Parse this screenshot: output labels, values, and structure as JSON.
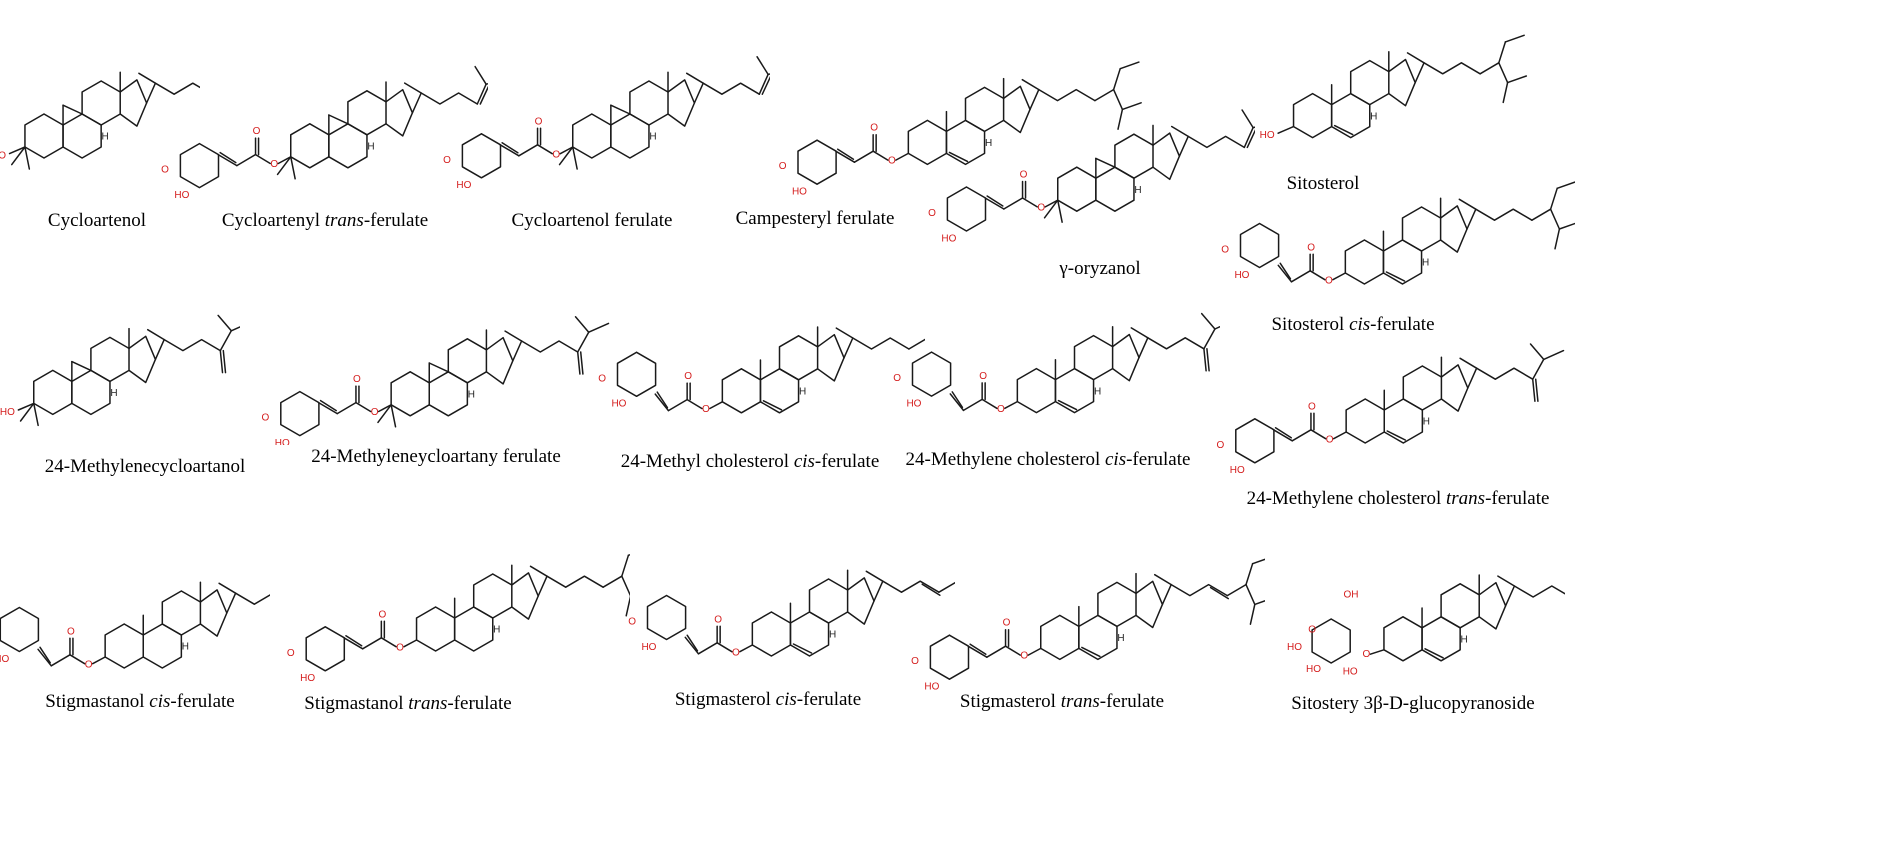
{
  "colors": {
    "heteroatom": "#d41c1c",
    "bond": "#1a1a1a",
    "background": "#ffffff"
  },
  "compounds": [
    {
      "id": "c01",
      "pre": "Cycloartenol",
      "it": "",
      "post": "",
      "kind": "cyclo",
      "ester": "none",
      "side": "dimethylallyl"
    },
    {
      "id": "c02",
      "pre": "Cycloartenyl ",
      "it": "trans",
      "post": "-ferulate",
      "kind": "cyclo",
      "ester": "trans",
      "side": "dimethylallyl"
    },
    {
      "id": "c03",
      "pre": "Cycloartenol ferulate",
      "it": "",
      "post": "",
      "kind": "cyclo",
      "ester": "trans",
      "side": "dimethylallyl"
    },
    {
      "id": "c04",
      "pre": "Campesteryl ferulate",
      "it": "",
      "post": "",
      "kind": "sterol",
      "ester": "trans",
      "side": "methyl-isopropyl"
    },
    {
      "id": "c05",
      "pre": "γ-oryzanol",
      "it": "",
      "post": "",
      "kind": "cyclo",
      "ester": "trans",
      "side": "dimethylallyl"
    },
    {
      "id": "c06",
      "pre": "Sitosterol",
      "it": "",
      "post": "",
      "kind": "sterol",
      "ester": "none",
      "side": "ethyl-isopropyl"
    },
    {
      "id": "c07",
      "pre": "Sitosterol ",
      "it": "cis",
      "post": "-ferulate",
      "kind": "sterol",
      "ester": "cis",
      "side": "ethyl-isopropyl"
    },
    {
      "id": "c08",
      "pre": "24-Methylenecycloartanol",
      "it": "",
      "post": "",
      "kind": "cyclo",
      "ester": "none",
      "side": "methylene"
    },
    {
      "id": "c09",
      "pre": "24-Methyleneycloartany ferulate",
      "it": "",
      "post": "",
      "kind": "cyclo",
      "ester": "trans",
      "side": "methylene"
    },
    {
      "id": "c10",
      "pre": "24-Methyl cholesterol ",
      "it": "cis",
      "post": "-ferulate",
      "kind": "sterol",
      "ester": "cis",
      "side": "methyl-isopropyl"
    },
    {
      "id": "c11",
      "pre": "24-Methylene cholesterol ",
      "it": "cis",
      "post": "-ferulate",
      "kind": "sterol",
      "ester": "cis",
      "side": "methylene"
    },
    {
      "id": "c12",
      "pre": "24-Methylene cholesterol ",
      "it": "trans",
      "post": "-ferulate",
      "kind": "sterol",
      "ester": "trans",
      "side": "methylene"
    },
    {
      "id": "c13",
      "pre": "Stigmastanol ",
      "it": "cis",
      "post": "-ferulate",
      "kind": "stanol",
      "ester": "cis",
      "side": "ethyl-isopropyl"
    },
    {
      "id": "c14",
      "pre": "Stigmastanol ",
      "it": "trans",
      "post": "-ferulate",
      "kind": "stanol",
      "ester": "trans",
      "side": "ethyl-isopropyl"
    },
    {
      "id": "c15",
      "pre": "Stigmasterol ",
      "it": "cis",
      "post": "-ferulate",
      "kind": "sterol",
      "ester": "cis",
      "side": "ethyl-isopropyl-ene"
    },
    {
      "id": "c16",
      "pre": "Stigmasterol ",
      "it": "trans",
      "post": "-ferulate",
      "kind": "sterol",
      "ester": "trans",
      "side": "ethyl-isopropyl-ene"
    },
    {
      "id": "c17",
      "pre": "Sitostery 3β-D-glucopyranoside",
      "it": "",
      "post": "",
      "kind": "sterol",
      "ester": "glucoside",
      "side": "ethyl-isopropyl"
    }
  ],
  "atoms": {
    "hydroxyl": "HO",
    "hydroxyl_right": "OH",
    "ether": "O",
    "carbonyl": "O",
    "ring_oxygen": "O",
    "hydrogen": "H"
  }
}
